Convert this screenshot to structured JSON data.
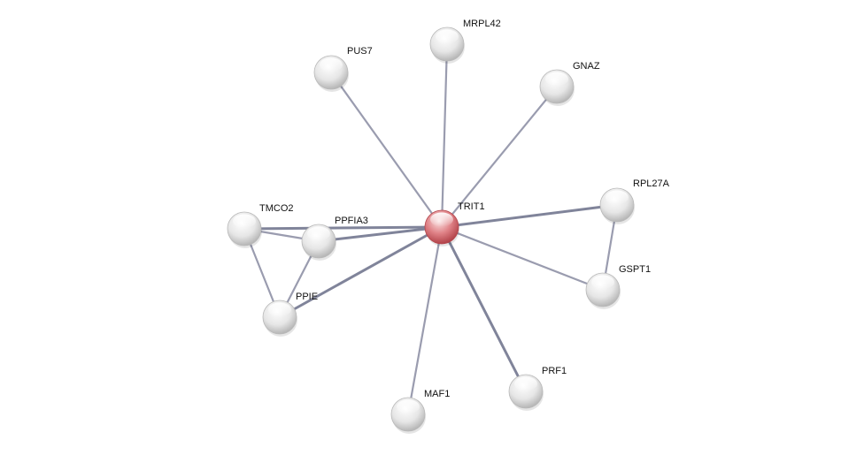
{
  "network": {
    "nodes": [
      {
        "id": "TRIT1",
        "label": "TRIT1",
        "query": true
      },
      {
        "id": "MRPL42",
        "label": "MRPL42"
      },
      {
        "id": "PUS7",
        "label": "PUS7"
      },
      {
        "id": "GNAZ",
        "label": "GNAZ"
      },
      {
        "id": "RPL27A",
        "label": "RPL27A"
      },
      {
        "id": "GSPT1",
        "label": "GSPT1"
      },
      {
        "id": "PRF1",
        "label": "PRF1"
      },
      {
        "id": "MAF1",
        "label": "MAF1"
      },
      {
        "id": "PPIE",
        "label": "PPIE"
      },
      {
        "id": "TMCO2",
        "label": "TMCO2"
      },
      {
        "id": "PPFIA3",
        "label": "PPFIA3"
      }
    ],
    "edges": [
      {
        "source": "TRIT1",
        "target": "MRPL42"
      },
      {
        "source": "TRIT1",
        "target": "PUS7"
      },
      {
        "source": "TRIT1",
        "target": "GNAZ"
      },
      {
        "source": "TRIT1",
        "target": "RPL27A"
      },
      {
        "source": "TRIT1",
        "target": "GSPT1"
      },
      {
        "source": "TRIT1",
        "target": "PRF1"
      },
      {
        "source": "TRIT1",
        "target": "MAF1"
      },
      {
        "source": "TRIT1",
        "target": "PPIE"
      },
      {
        "source": "TRIT1",
        "target": "TMCO2"
      },
      {
        "source": "TRIT1",
        "target": "PPFIA3"
      },
      {
        "source": "RPL27A",
        "target": "GSPT1"
      },
      {
        "source": "TMCO2",
        "target": "PPFIA3"
      },
      {
        "source": "TMCO2",
        "target": "PPIE"
      },
      {
        "source": "PPFIA3",
        "target": "PPIE"
      }
    ],
    "colors": {
      "edge": "#9a9caf",
      "edge_strong": "#80849a",
      "node_default": "#e2e2e2",
      "node_query": "#d96a6f"
    }
  }
}
